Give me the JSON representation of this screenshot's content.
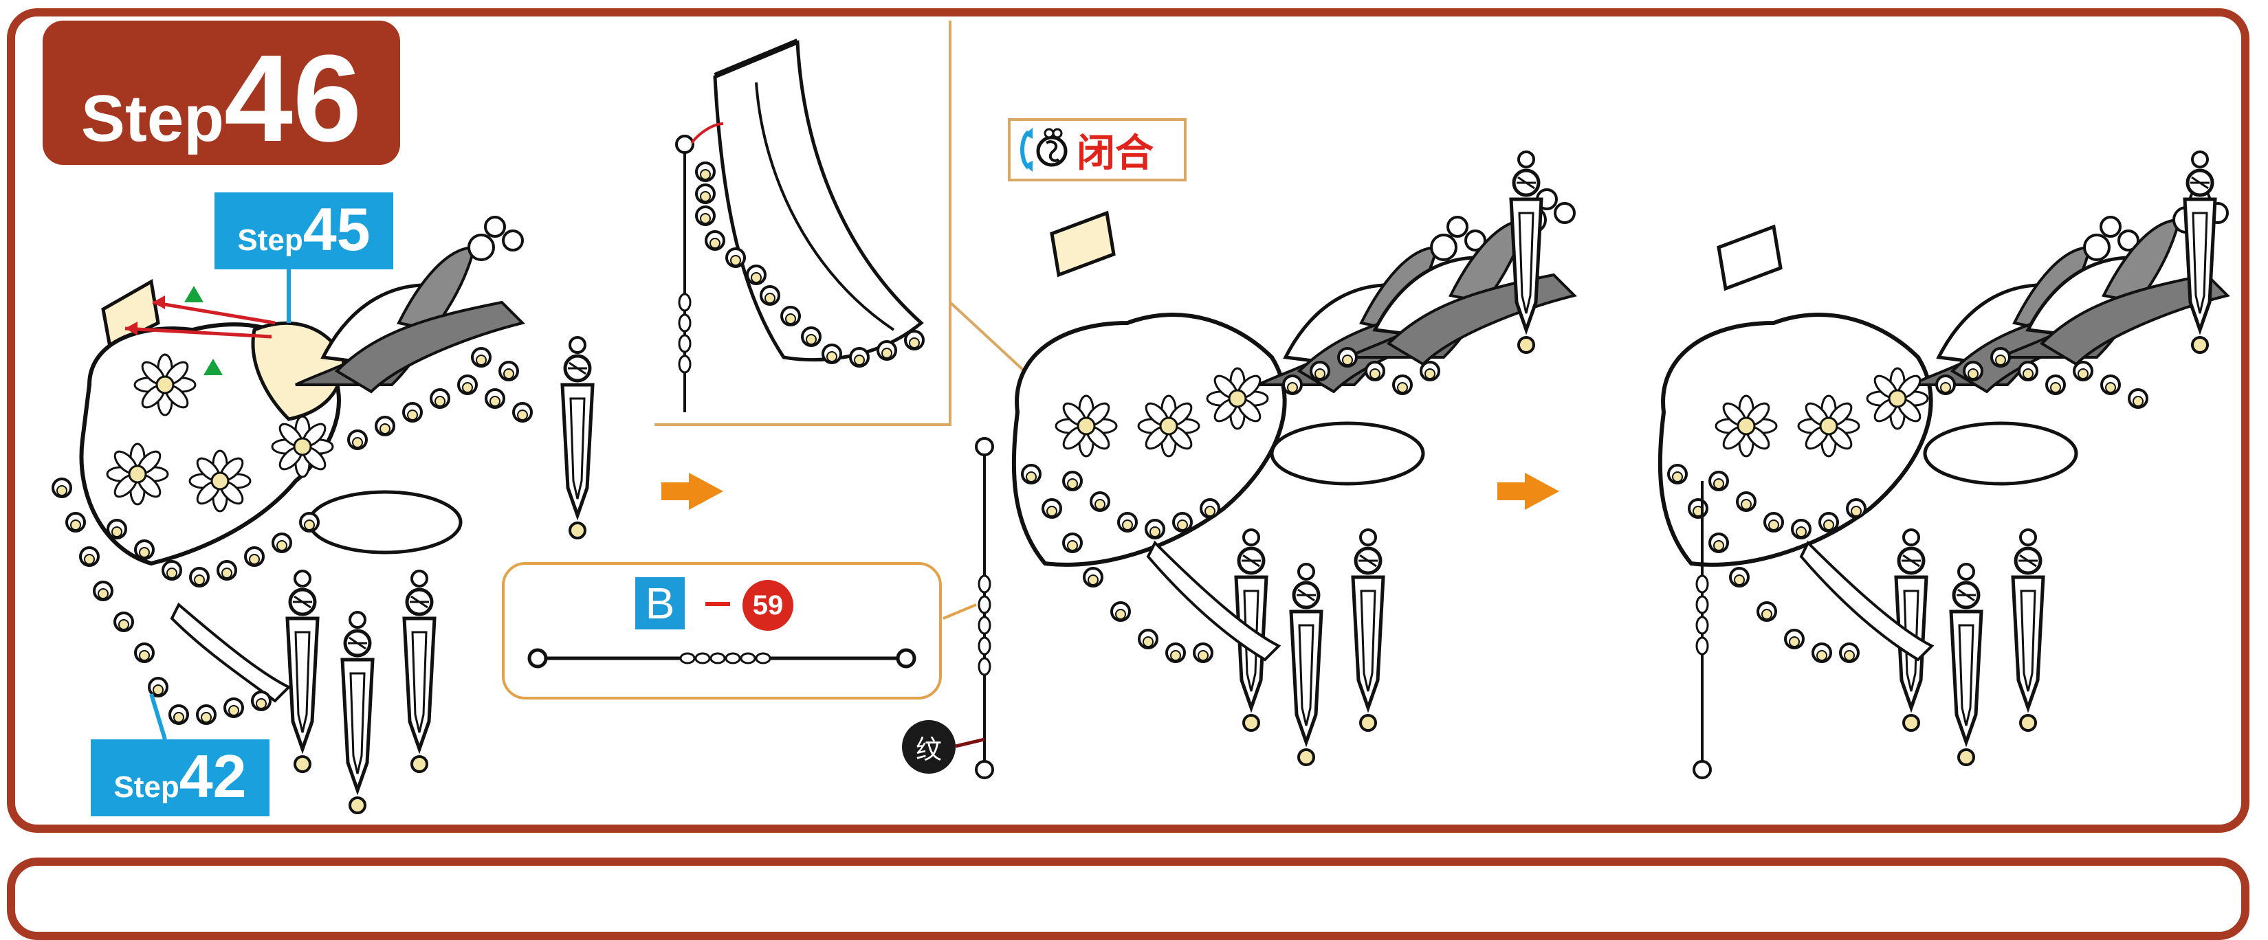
{
  "step": {
    "word": "Step",
    "number": "46"
  },
  "badges": {
    "step45": {
      "word": "Step",
      "number": "45"
    },
    "step42": {
      "word": "Step",
      "number": "42"
    }
  },
  "close_callout": {
    "label": "闭合"
  },
  "part_callout": {
    "letter": "B",
    "number": "59"
  },
  "pattern_badge": {
    "label": "纹"
  },
  "colors": {
    "frame_brown": "#a83a24",
    "step_badge_blue": "#1aa0dc",
    "arrow_orange": "#ef8a14",
    "highlight_cream": "#fbf0c9",
    "arrow_red": "#d21f26",
    "triangle_green": "#17a33b"
  }
}
